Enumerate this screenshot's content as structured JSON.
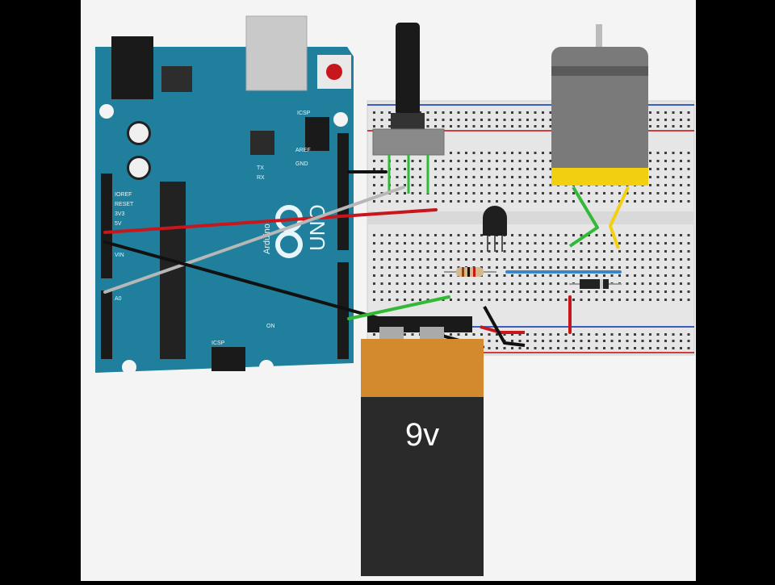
{
  "battery": {
    "label": "9v"
  },
  "arduino": {
    "logo_text": "UNO",
    "brand_text": "Arduino"
  },
  "labels": {
    "aref": "AREF",
    "gnd": "GND",
    "icsp": "ICSP",
    "icsp2": "ICSP",
    "ioref": "IOREF",
    "reset": "RESET",
    "v33": "3V3",
    "v5": "5V",
    "vin": "VIN",
    "a0": "A0",
    "tx": "TX",
    "rx": "RX",
    "on": "ON"
  },
  "colors": {
    "board": "#1f7f9c",
    "breadboard": "#e9e9e9",
    "wire_red": "#c8161d",
    "wire_black": "#111111",
    "wire_gray": "#b7b7b7",
    "wire_green": "#32b935",
    "wire_yellow": "#f2cf10",
    "wire_blue": "#3a86c8",
    "battery_top": "#d38a2e",
    "battery_body": "#2a2a2a"
  }
}
